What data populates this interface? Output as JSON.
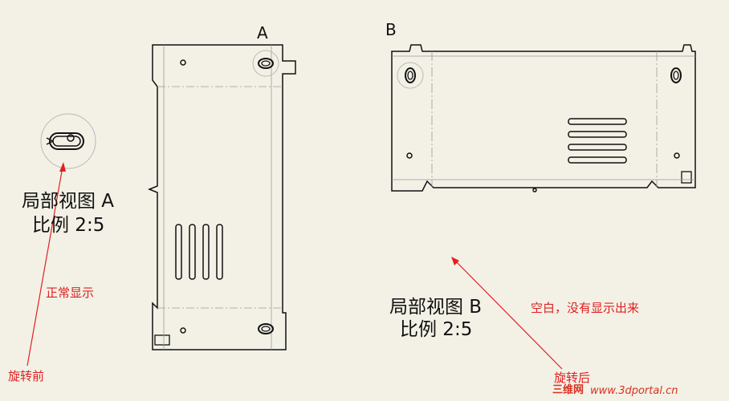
{
  "view_a": {
    "letter": "A",
    "title": "局部视图 A",
    "scale": "比例 2:5"
  },
  "view_b": {
    "letter": "B",
    "title": "局部视图 B",
    "scale": "比例 2:5"
  },
  "notes": {
    "normal": "正常显示",
    "before": "旋转前",
    "blank": "空白，没有显示出来",
    "after": "旋转后"
  },
  "watermark": {
    "brand": "三维网",
    "url": "www.3dportal.cn"
  },
  "colors": {
    "annotation": "#e02020",
    "line": "#111111",
    "background": "#f3f1e6"
  }
}
